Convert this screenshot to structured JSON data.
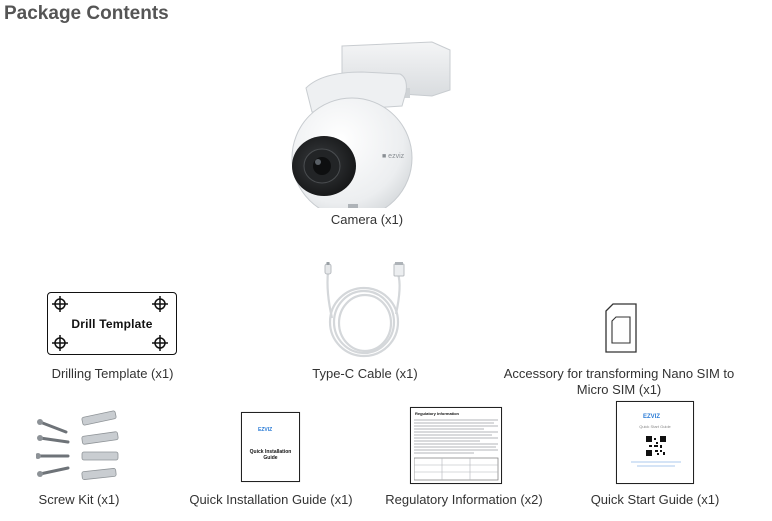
{
  "heading": "Package Contents",
  "items": [
    {
      "key": "camera",
      "caption": "Camera (x1)"
    },
    {
      "key": "drilling",
      "caption": "Drilling Template (x1)",
      "art_text": "Drill Template"
    },
    {
      "key": "cable",
      "caption": "Type-C Cable (x1)"
    },
    {
      "key": "sim",
      "caption_line1": "Accessory for transforming Nano SIM to",
      "caption_line2": "Micro SIM (x1)"
    },
    {
      "key": "screws",
      "caption": "Screw Kit (x1)"
    },
    {
      "key": "qig",
      "caption": "Quick Installation Guide (x1)",
      "brand": "EZVIZ",
      "art_text": "Quick Installation Guide"
    },
    {
      "key": "reg",
      "caption": "Regulatory Information (x2)",
      "art_text": "Regulatory Information"
    },
    {
      "key": "qsg",
      "caption": "Quick Start Guide (x1)",
      "brand": "EZVIZ",
      "art_text": "Quick Start Guide"
    }
  ],
  "colors": {
    "heading": "#555555",
    "text": "#333333",
    "brand": "#2a7bd6"
  }
}
